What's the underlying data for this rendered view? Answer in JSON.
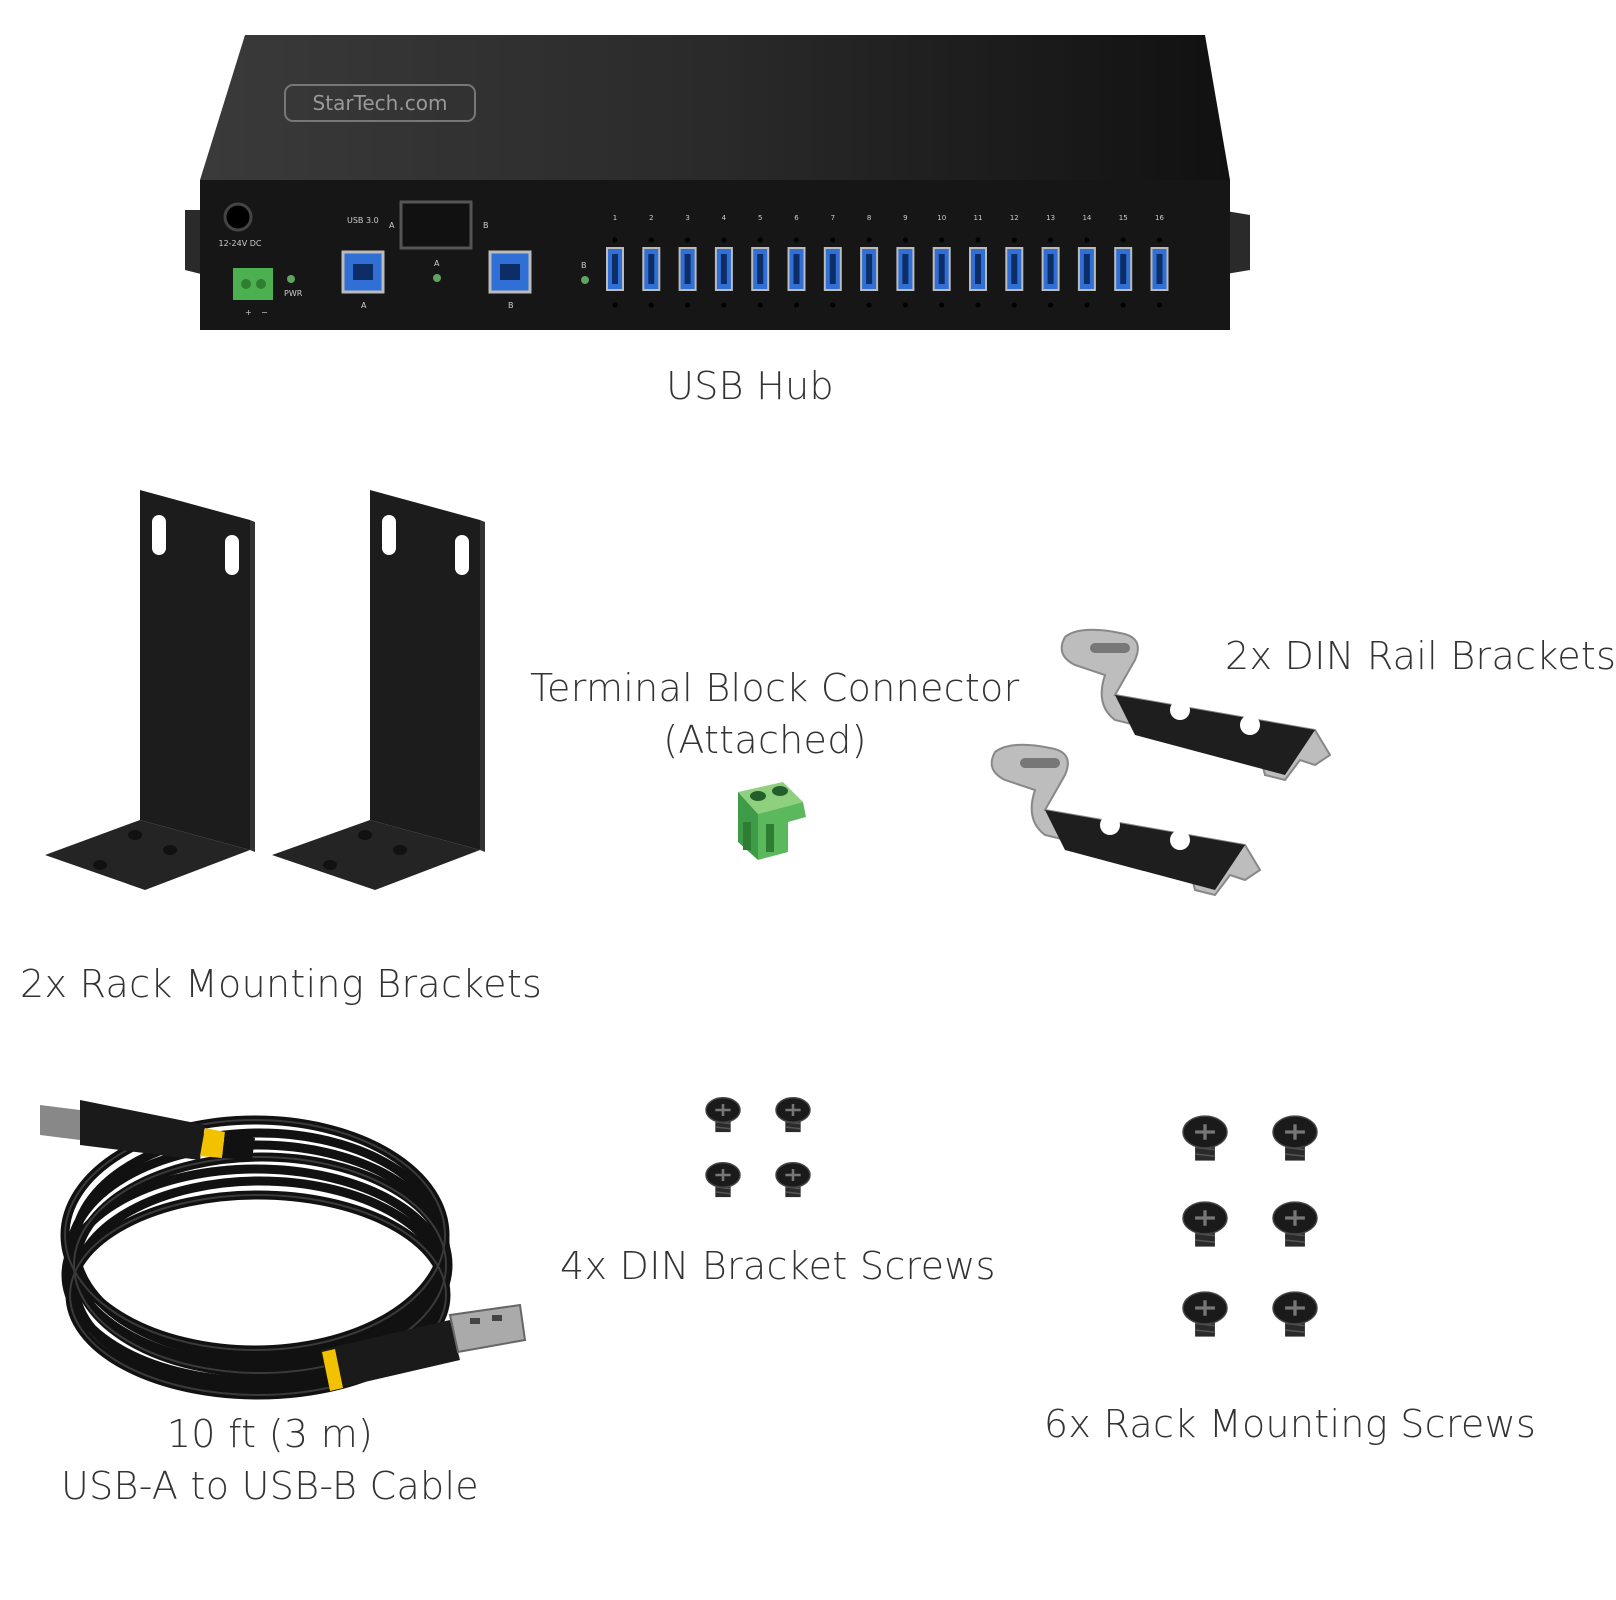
{
  "hub": {
    "brand": "StarTech.com",
    "power_label": "12-24V DC",
    "pwr_label": "PWR",
    "usb_version": "USB 3.0",
    "host_a": "A",
    "host_b": "B",
    "terminal_plus": "+",
    "terminal_minus": "−",
    "port_numbers": [
      "1",
      "2",
      "3",
      "4",
      "5",
      "6",
      "7",
      "8",
      "9",
      "10",
      "11",
      "12",
      "13",
      "14",
      "15",
      "16"
    ]
  },
  "captions": {
    "usb_hub": "USB Hub",
    "rack_brackets": "2x Rack Mounting Brackets",
    "terminal_block_line1": "Terminal Block Connector",
    "terminal_block_line2": "(Attached)",
    "din_brackets": "2x DIN Rail Brackets",
    "cable_line1": "10 ft (3 m)",
    "cable_line2": "USB-A to USB-B Cable",
    "din_screws": "4x DIN Bracket Screws",
    "rack_screws": "6x Rack Mounting Screws"
  },
  "colors": {
    "hub_body": "#1a1a1a",
    "usb_blue": "#2f6fd6",
    "terminal_green": "#4caf50",
    "steel": "#b8b8b8",
    "cable_yellow": "#f2c200"
  }
}
